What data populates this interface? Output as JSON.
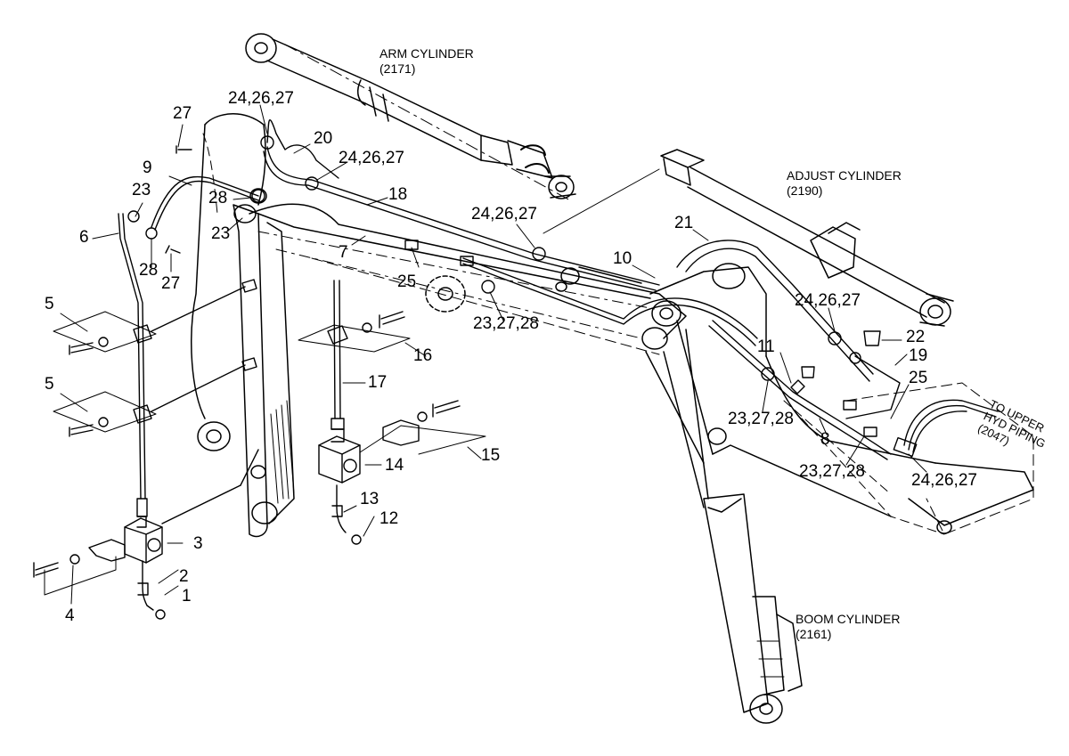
{
  "captions": {
    "arm_cylinder": {
      "name": "ARM CYLINDER",
      "ref": "(2171)"
    },
    "adjust_cylinder": {
      "name": "ADJUST CYLINDER",
      "ref": "(2190)"
    },
    "boom_cylinder": {
      "name": "BOOM CYLINDER",
      "ref": "(2161)"
    },
    "to_upper": {
      "line1": "TO UPPER",
      "line2": "HYD PIPING",
      "line3": "(2047)"
    }
  },
  "callouts": {
    "c1": "1",
    "c2": "2",
    "c3": "3",
    "c4": "4",
    "c5a": "5",
    "c5b": "5",
    "c6": "6",
    "c7": "7",
    "c8": "8",
    "c9": "9",
    "c10": "10",
    "c11": "11",
    "c12": "12",
    "c13": "13",
    "c14": "14",
    "c15": "15",
    "c16": "16",
    "c17": "17",
    "c18": "18",
    "c19": "19",
    "c20": "20",
    "c21": "21",
    "c22": "22",
    "c23a": "23",
    "c23b": "23",
    "c23_27_28a": "23,27,28",
    "c23_27_28b": "23,27,28",
    "c23_27_28c": "23,27,28",
    "c24_26_27a": "24,26,27",
    "c24_26_27b": "24,26,27",
    "c24_26_27c": "24,26,27",
    "c24_26_27d": "24,26,27",
    "c24_26_27e": "24,26,27",
    "c25a": "25",
    "c25b": "25",
    "c27a": "27",
    "c27b": "27",
    "c28a": "28",
    "c28b": "28"
  }
}
